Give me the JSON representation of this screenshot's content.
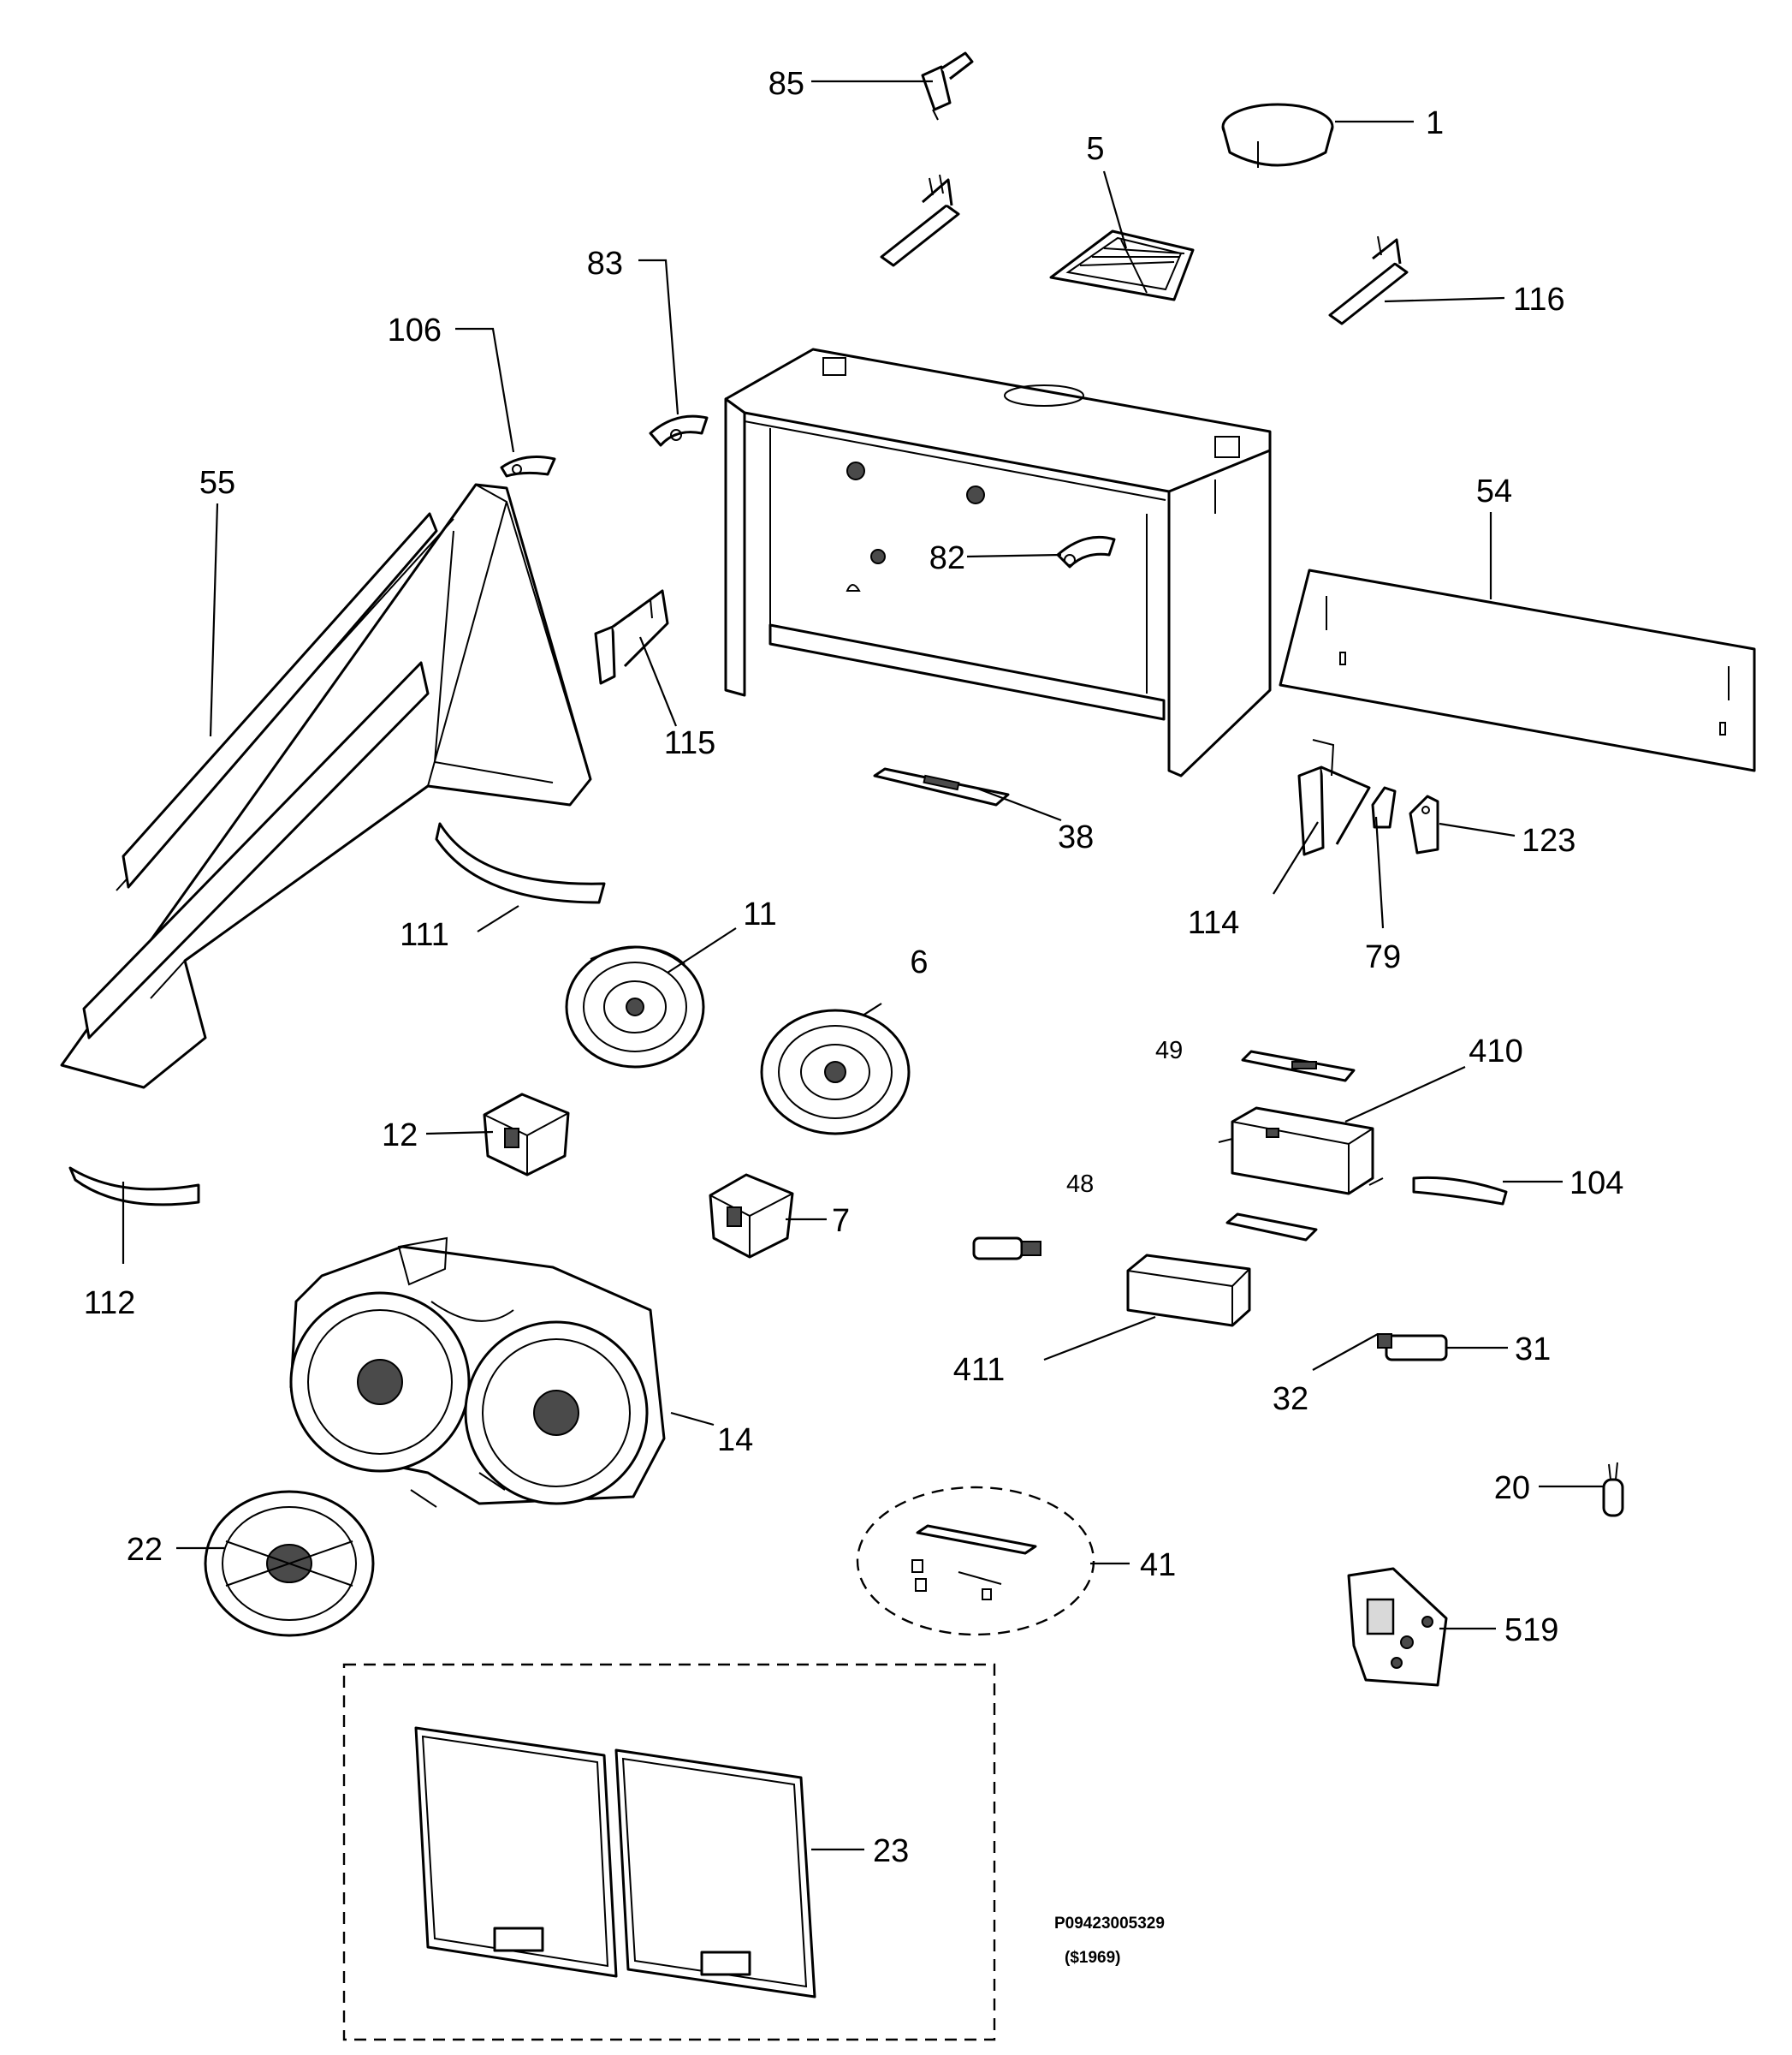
{
  "labels": {
    "p1": "1",
    "p5": "5",
    "p6": "6",
    "p7": "7",
    "p11": "11",
    "p12": "12",
    "p14": "14",
    "p20": "20",
    "p22": "22",
    "p23": "23",
    "p31": "31",
    "p32": "32",
    "p38": "38",
    "p41": "41",
    "p48": "48",
    "p49": "49",
    "p54": "54",
    "p55": "55",
    "p79": "79",
    "p82": "82",
    "p83": "83",
    "p85": "85",
    "p104": "104",
    "p106": "106",
    "p111": "111",
    "p112": "112",
    "p114": "114",
    "p115": "115",
    "p116": "116",
    "p123": "123",
    "p410": "410",
    "p411": "411",
    "p519": "519"
  },
  "footer": {
    "part_code": "P09423005329",
    "price_code": "($1969)"
  }
}
